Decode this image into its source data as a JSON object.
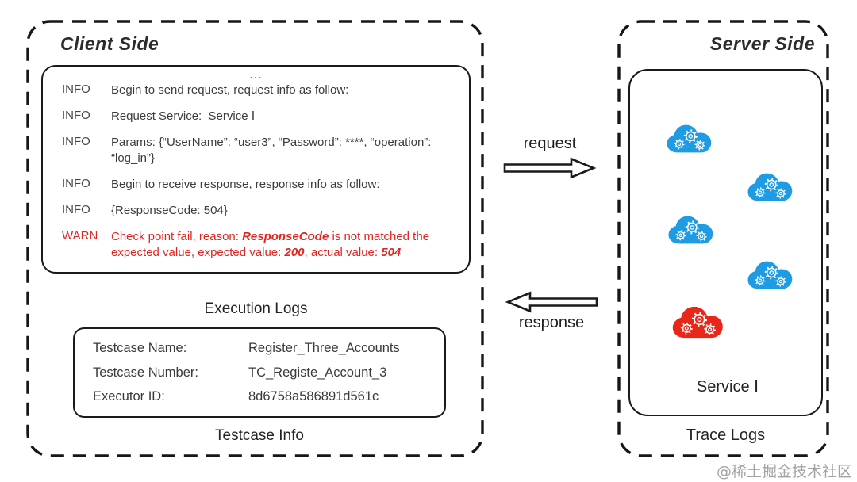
{
  "client": {
    "title": "Client Side",
    "execution_logs": {
      "ellipsis": "...",
      "rows": [
        {
          "level": "INFO",
          "text": "Begin to send request, request info as follow:"
        },
        {
          "level": "INFO",
          "text": "Request Service:  Service Ⅰ"
        },
        {
          "level": "INFO",
          "text": "Params: {“UserName”: “user3”, “Password”: ****, “operation”: “log_in”}"
        },
        {
          "level": "INFO",
          "text": "Begin to receive response, response info as follow:"
        },
        {
          "level": "INFO",
          "text": "{ResponseCode: 504}"
        },
        {
          "level": "WARN",
          "segments": [
            {
              "text": "Check point fail, reason: ",
              "emph": false
            },
            {
              "text": "ResponseCode",
              "emph": true
            },
            {
              "text": " is not matched the expected value, expected value: ",
              "emph": false
            },
            {
              "text": "200",
              "emph": true
            },
            {
              "text": ", actual value: ",
              "emph": false
            },
            {
              "text": "504",
              "emph": true
            }
          ]
        }
      ],
      "caption": "Execution Logs"
    },
    "testcase": {
      "rows": [
        {
          "label": "Testcase Name:",
          "value": "Register_Three_Accounts"
        },
        {
          "label": "Testcase Number:",
          "value": "TC_Registe_Account_3"
        },
        {
          "label": "Executor ID:",
          "value": "8d6758a586891d561c"
        }
      ],
      "caption": "Testcase Info"
    }
  },
  "flow": {
    "request_label": "request",
    "response_label": "response"
  },
  "server": {
    "title": "Server Side",
    "service_label": "Service Ⅰ",
    "caption": "Trace Logs"
  },
  "watermark": "@稀土掘金技术社区",
  "colors": {
    "node_blue": "#1f9be4",
    "node_red": "#e8271a",
    "warn_red": "#e02420",
    "service_box_red": "#e0635b"
  }
}
